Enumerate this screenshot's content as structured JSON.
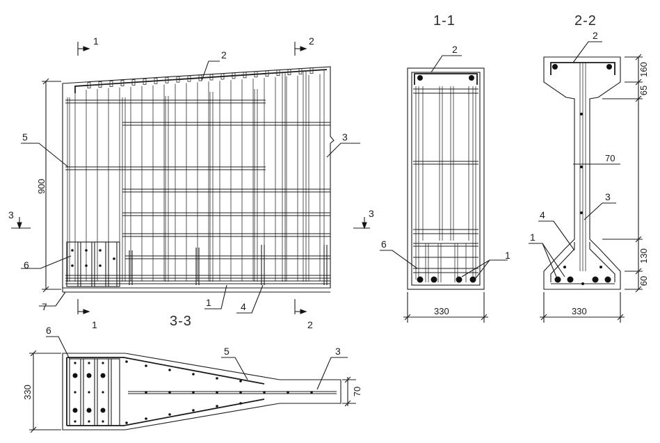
{
  "views": {
    "elevation": {
      "title": "3-3",
      "dim_height": "900",
      "cut_1": "1",
      "cut_2": "2",
      "cut_3": "3",
      "markers": [
        "1",
        "2",
        "3",
        "4",
        "5",
        "6",
        "7"
      ]
    },
    "section_1": {
      "title": "1-1",
      "dim_width": "330",
      "markers": [
        "1",
        "2",
        "6"
      ]
    },
    "section_2": {
      "title": "2-2",
      "dim_width": "330",
      "dims_right": [
        "160",
        "65",
        "130",
        "60"
      ],
      "web_thickness": "70",
      "markers": [
        "1",
        "2",
        "3",
        "4"
      ]
    },
    "plan": {
      "dim_width": "330",
      "dim_web": "70",
      "markers": [
        "3",
        "5",
        "6"
      ]
    }
  },
  "colors": {
    "line": "#1a1a1a",
    "background": "#ffffff"
  }
}
